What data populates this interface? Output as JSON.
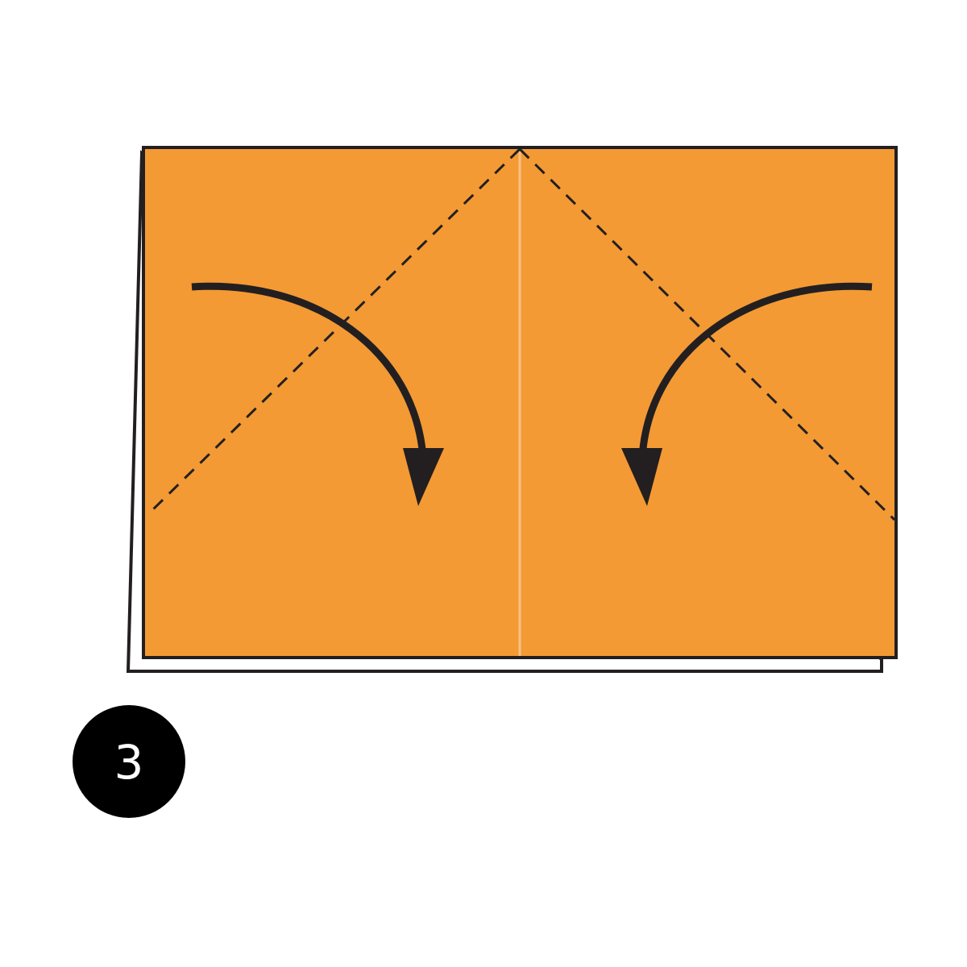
{
  "step": {
    "number": "3"
  },
  "colors": {
    "paper": "#F39A34",
    "outline": "#231F20",
    "center_crease": "#F8C287",
    "back_sheet": "#ffffff",
    "badge": "#000000",
    "badge_text": "#ffffff"
  },
  "instructions": {
    "fold_lines": [
      "left-valley-fold",
      "right-valley-fold"
    ],
    "arrows": [
      "left-fold-arrow",
      "right-fold-arrow"
    ],
    "crease": "center-crease"
  }
}
